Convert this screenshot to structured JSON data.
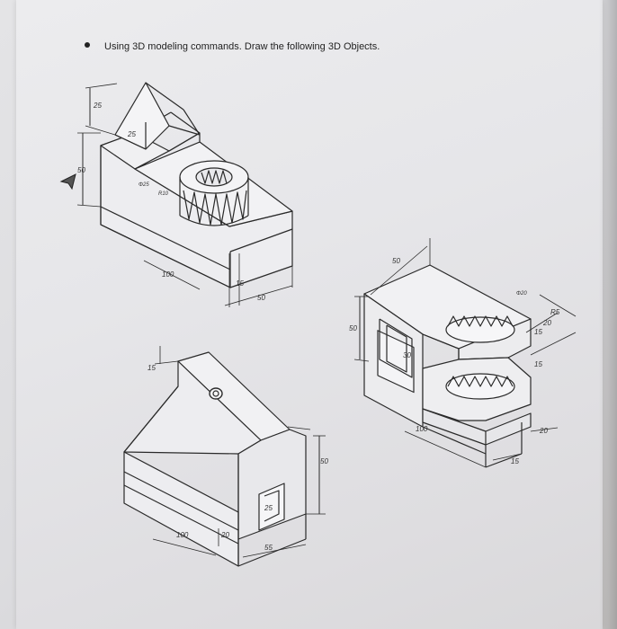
{
  "instruction": {
    "text": "Using 3D modeling commands. Draw the following 3D Objects."
  },
  "figure1": {
    "dims": {
      "top_height": "25",
      "slot_width": "25",
      "height": "50",
      "outer_diameter": "Φ25",
      "radius": "R10",
      "length": "100",
      "depth": "50",
      "small_height": "15"
    }
  },
  "figure2": {
    "dims": {
      "top_length": "50",
      "height": "50",
      "slot_height": "30",
      "length": "100",
      "diameter": "Φ20",
      "r1": "R5",
      "r2": "15",
      "r3": "20",
      "width": "20",
      "base_height": "15",
      "side": "15"
    }
  },
  "figure3": {
    "dims": {
      "top_height": "15",
      "height": "50",
      "base_height": "20",
      "opening": "25",
      "length": "100",
      "width": "55"
    }
  },
  "cursor_icon": "arrow-pointer-icon"
}
